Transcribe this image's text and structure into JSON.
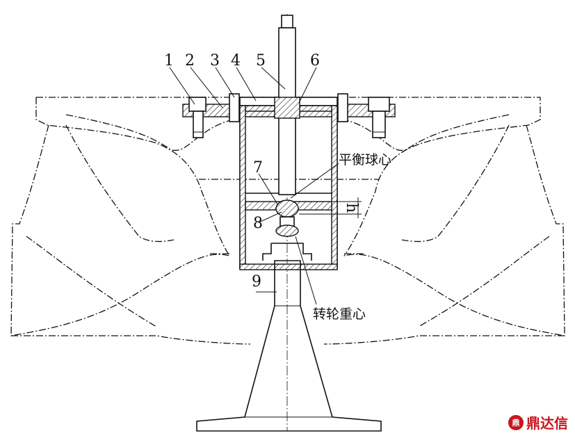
{
  "labels": {
    "n1": "1",
    "n2": "2",
    "n3": "3",
    "n4": "4",
    "n5": "5",
    "n6": "6",
    "n7": "7",
    "n8": "8",
    "n9": "9",
    "h": "h"
  },
  "annotations": {
    "balance_center": "平衡球心",
    "runner_gravity_center": "转轮重心"
  },
  "watermark": {
    "logo": "鼎",
    "text": "鼎达信"
  },
  "colors": {
    "line": "#111111",
    "watermark": "#c8161d"
  }
}
